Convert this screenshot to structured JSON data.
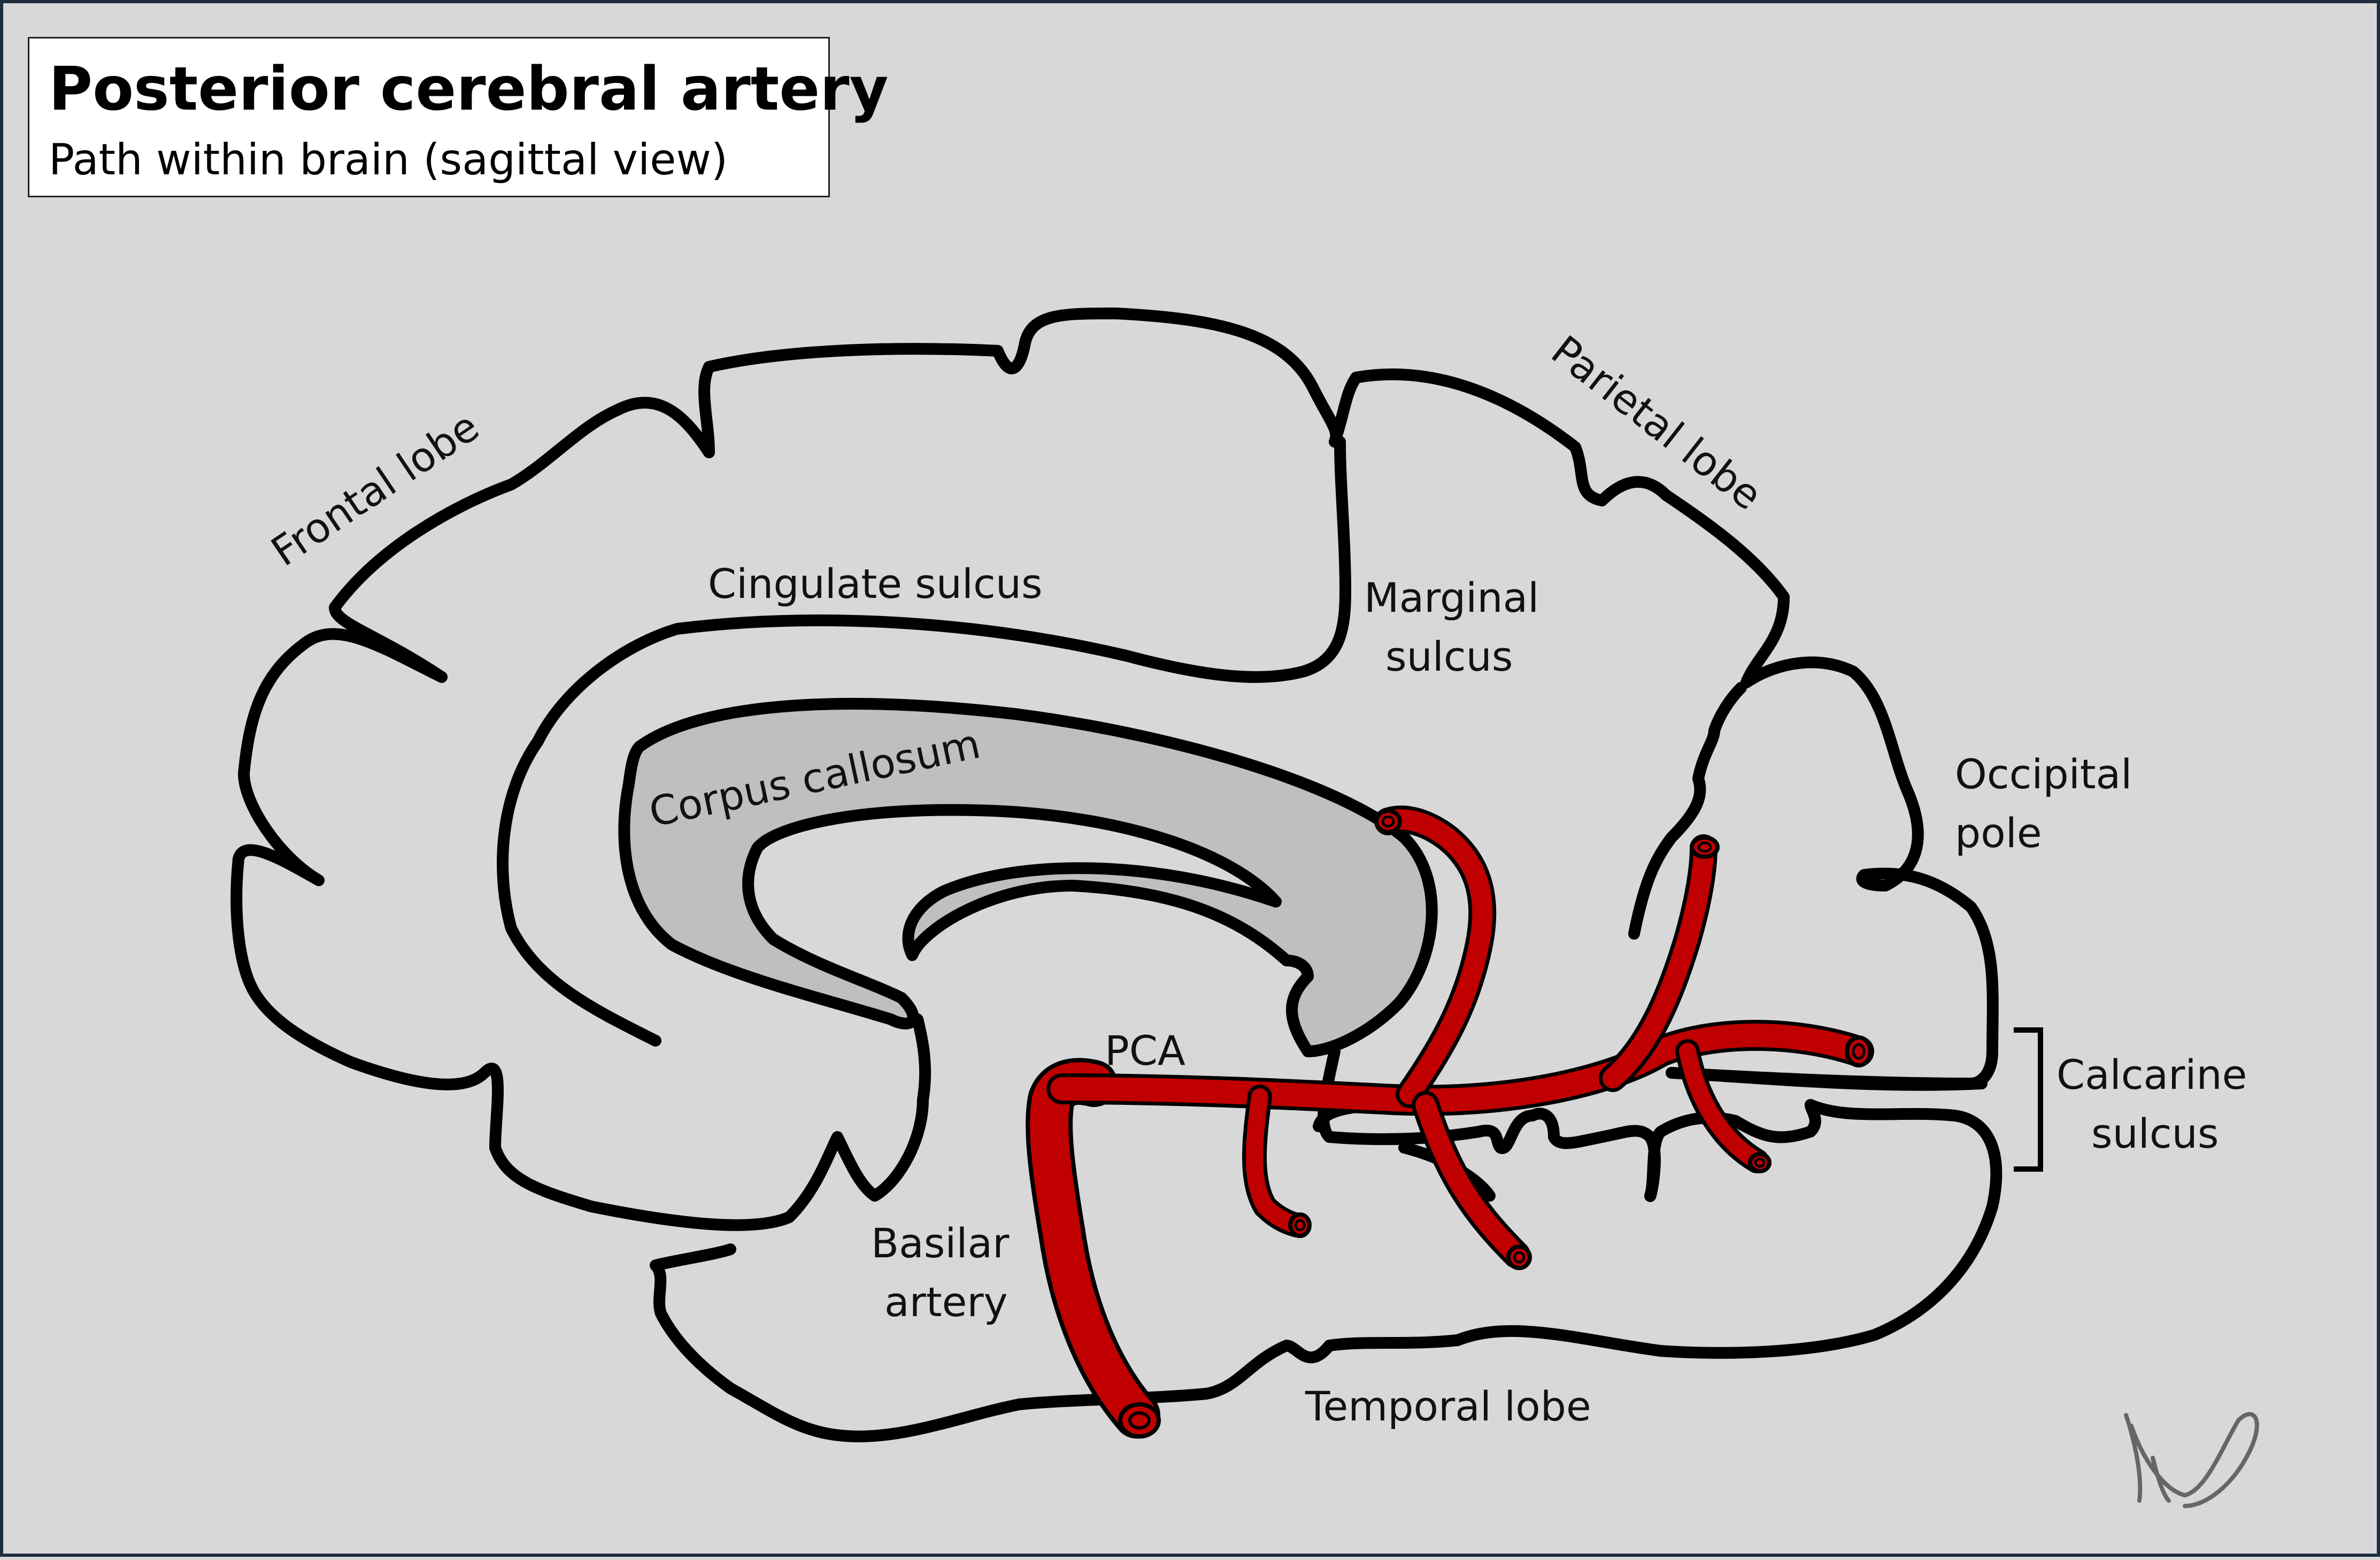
{
  "header": {
    "title": "Posterior cerebral artery",
    "subtitle": "Path within brain (sagittal view)"
  },
  "labels": {
    "frontal_lobe": "Frontal lobe",
    "parietal_lobe": "Parietal lobe",
    "cingulate_sulcus": "Cingulate sulcus",
    "marginal_sulcus_1": "Marginal",
    "marginal_sulcus_2": "sulcus",
    "corpus_callosum": "Corpus callosum",
    "occipital_pole_1": "Occipital",
    "occipital_pole_2": "pole",
    "pca": "PCA",
    "calcarine_sulcus_1": "Calcarine",
    "calcarine_sulcus_2": "sulcus",
    "basilar_artery_1": "Basilar",
    "basilar_artery_2": "artery",
    "temporal_lobe": "Temporal lobe"
  },
  "colors": {
    "background": "#d8d8d8",
    "artery": "#c00000",
    "outline": "#000000",
    "corpus_callosum_fill": "#bfbfbf",
    "frame": "#1f2d3d"
  }
}
